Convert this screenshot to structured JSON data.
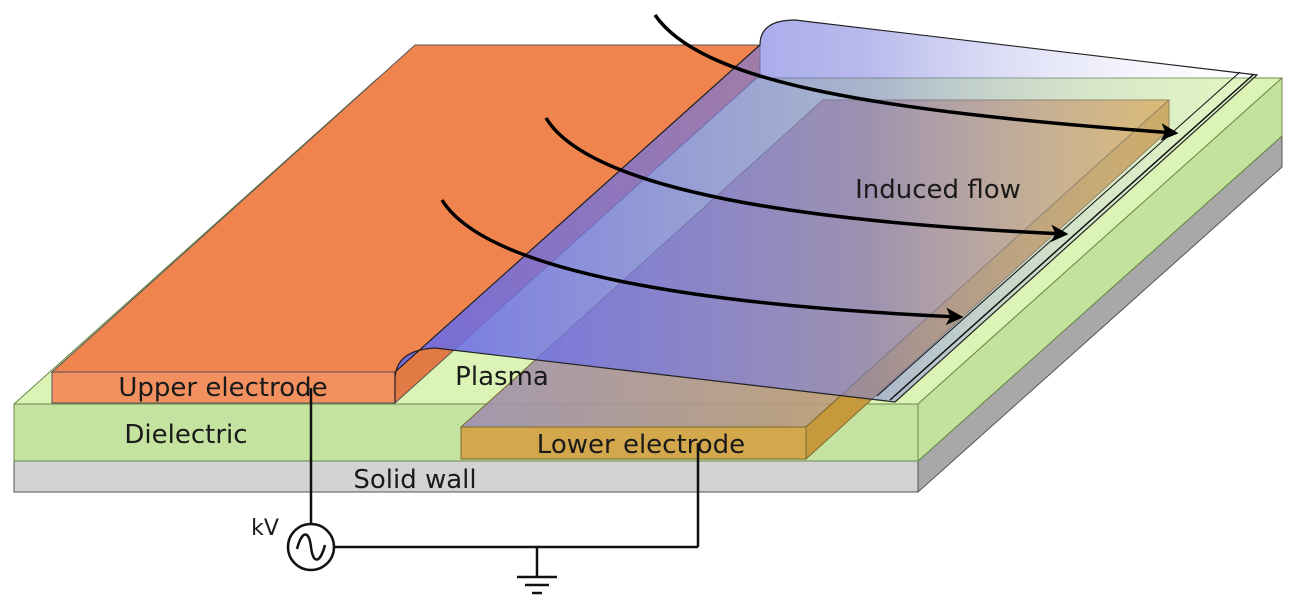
{
  "labels": {
    "upper_electrode": "Upper electrode",
    "plasma": "Plasma",
    "dielectric": "Dielectric",
    "lower_electrode": "Lower electrode",
    "solid_wall": "Solid wall",
    "induced_flow": "Induced flow",
    "voltage_source": "kV"
  },
  "colors": {
    "upper_electrode": "#f0844f",
    "dielectric": "#c8e6a3",
    "lower_electrode": "#d4a94a",
    "solid_wall": "#d3d3d3",
    "plasma": "#6f6fe6",
    "wire": "#111111"
  }
}
